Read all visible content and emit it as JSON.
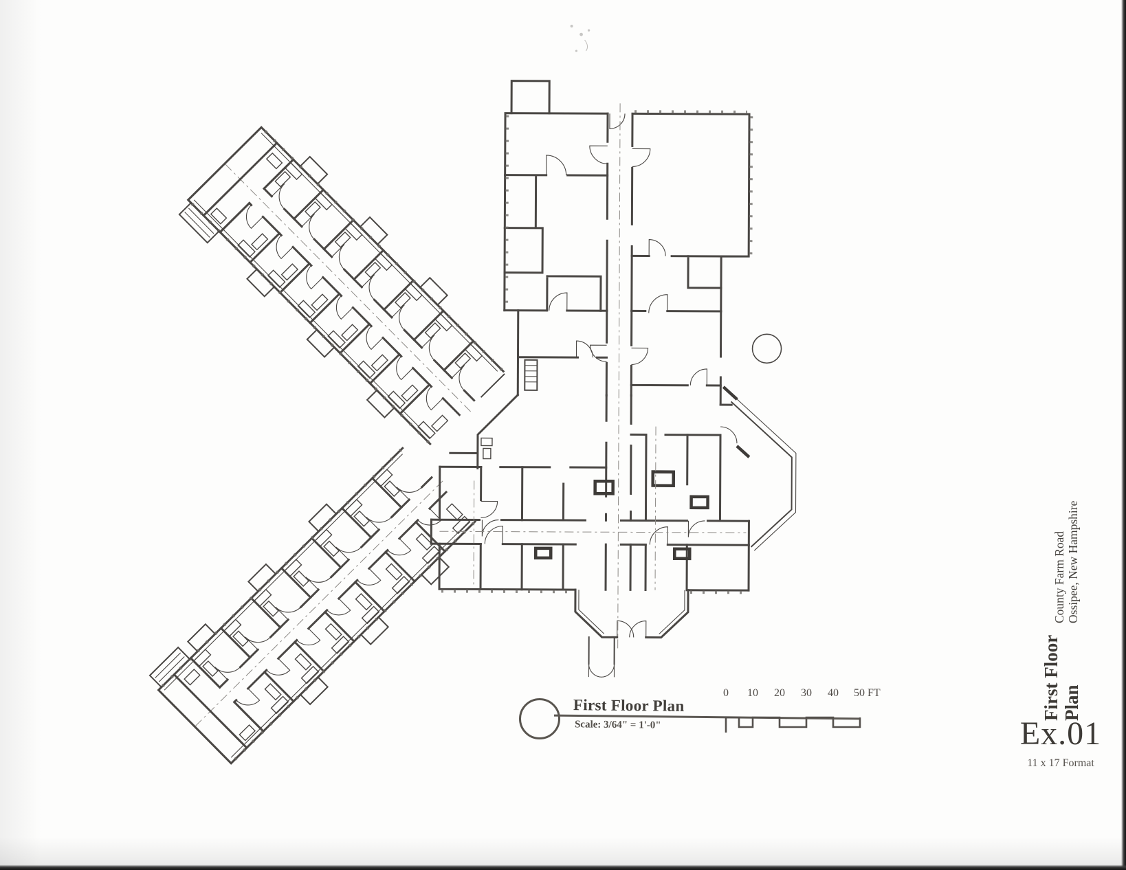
{
  "sheet": {
    "plan_label": {
      "title": "First Floor Plan",
      "scale_note": "Scale: 3/64\" = 1'-0\""
    },
    "scale_bar": {
      "labels": [
        "0",
        "10",
        "20",
        "30",
        "40",
        "50 FT"
      ]
    },
    "title_block": {
      "address_line_1": "County Farm Road",
      "address_line_2": "Ossipee, New Hampshire",
      "sheet_title_line_1": "First Floor",
      "sheet_title_line_2": "Plan",
      "exhibit_number": "Ex.01",
      "format_note": "11 x 17 Format"
    },
    "colors": {
      "ink": "#4a4744",
      "ink_light": "#8a8682",
      "paper": "#fdfdfc",
      "scan_edge": "#1a1a1a"
    }
  }
}
